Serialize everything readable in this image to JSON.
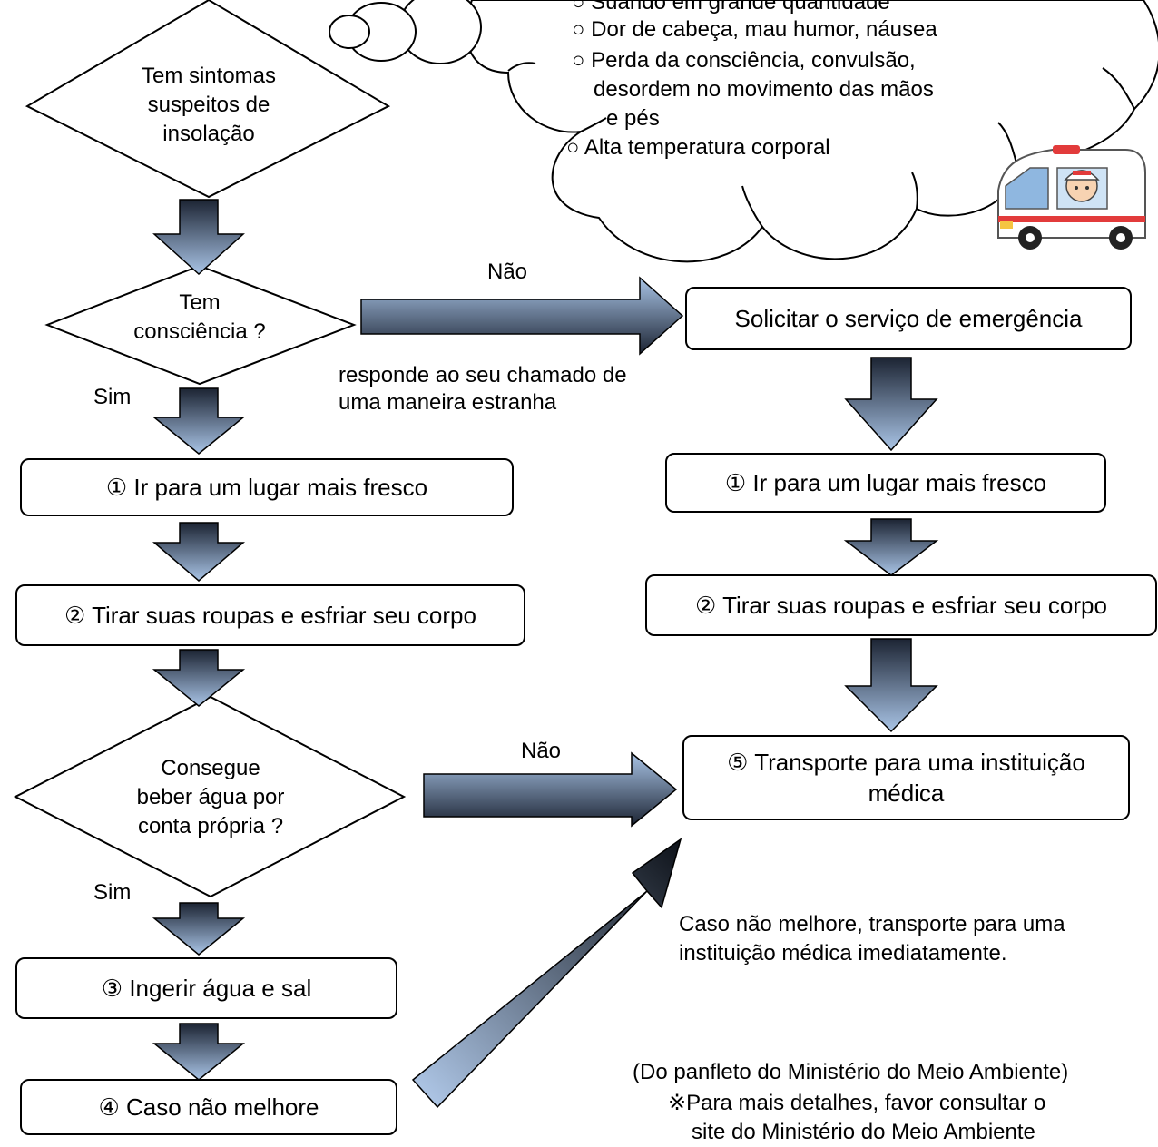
{
  "symptoms": {
    "lines": [
      "○ Suando em grande quantidade",
      "○ Dor de cabeça, mau humor, náusea",
      "○ Perda da consciência, convulsão,",
      "desordem no movimento das mãos",
      "e pés",
      "○ Alta temperatura corporal"
    ]
  },
  "decisions": {
    "d1": [
      "Tem sintomas",
      "suspeitos de",
      "insolação"
    ],
    "d2": [
      "Tem",
      "consciência ?"
    ],
    "d3": [
      "Consegue",
      "beber água por",
      "conta própria ?"
    ]
  },
  "labels": {
    "nao1": "Não",
    "nao2": "Não",
    "sim1": "Sim",
    "sim2": "Sim",
    "strange_1": "responde ao seu chamado de",
    "strange_2": "uma maneira estranha",
    "worsen_1": "Caso não melhore, transporte para uma",
    "worsen_2": "instituição médica imediatamente."
  },
  "left_steps": {
    "s1": "① Ir para um lugar mais fresco",
    "s2": "② Tirar suas roupas e esfriar seu corpo",
    "s3": "③ Ingerir água e sal",
    "s4": "④ Caso não melhore"
  },
  "right_steps": {
    "emergency": "Solicitar o serviço de emergência",
    "s1": "① Ir para um lugar mais fresco",
    "s2": "② Tirar suas roupas e esfriar seu corpo",
    "s5_1": "⑤ Transporte para uma instituição",
    "s5_2": "médica"
  },
  "footer": {
    "source": "(Do panfleto do Ministério do Meio Ambiente)",
    "note_1": "※Para mais detalhes, favor consultar o",
    "note_2": "site do Ministério do Meio Ambiente"
  },
  "colors": {
    "arrow_top": "#1c2433",
    "arrow_bottom": "#a9c4e6",
    "stroke": "#000000"
  }
}
